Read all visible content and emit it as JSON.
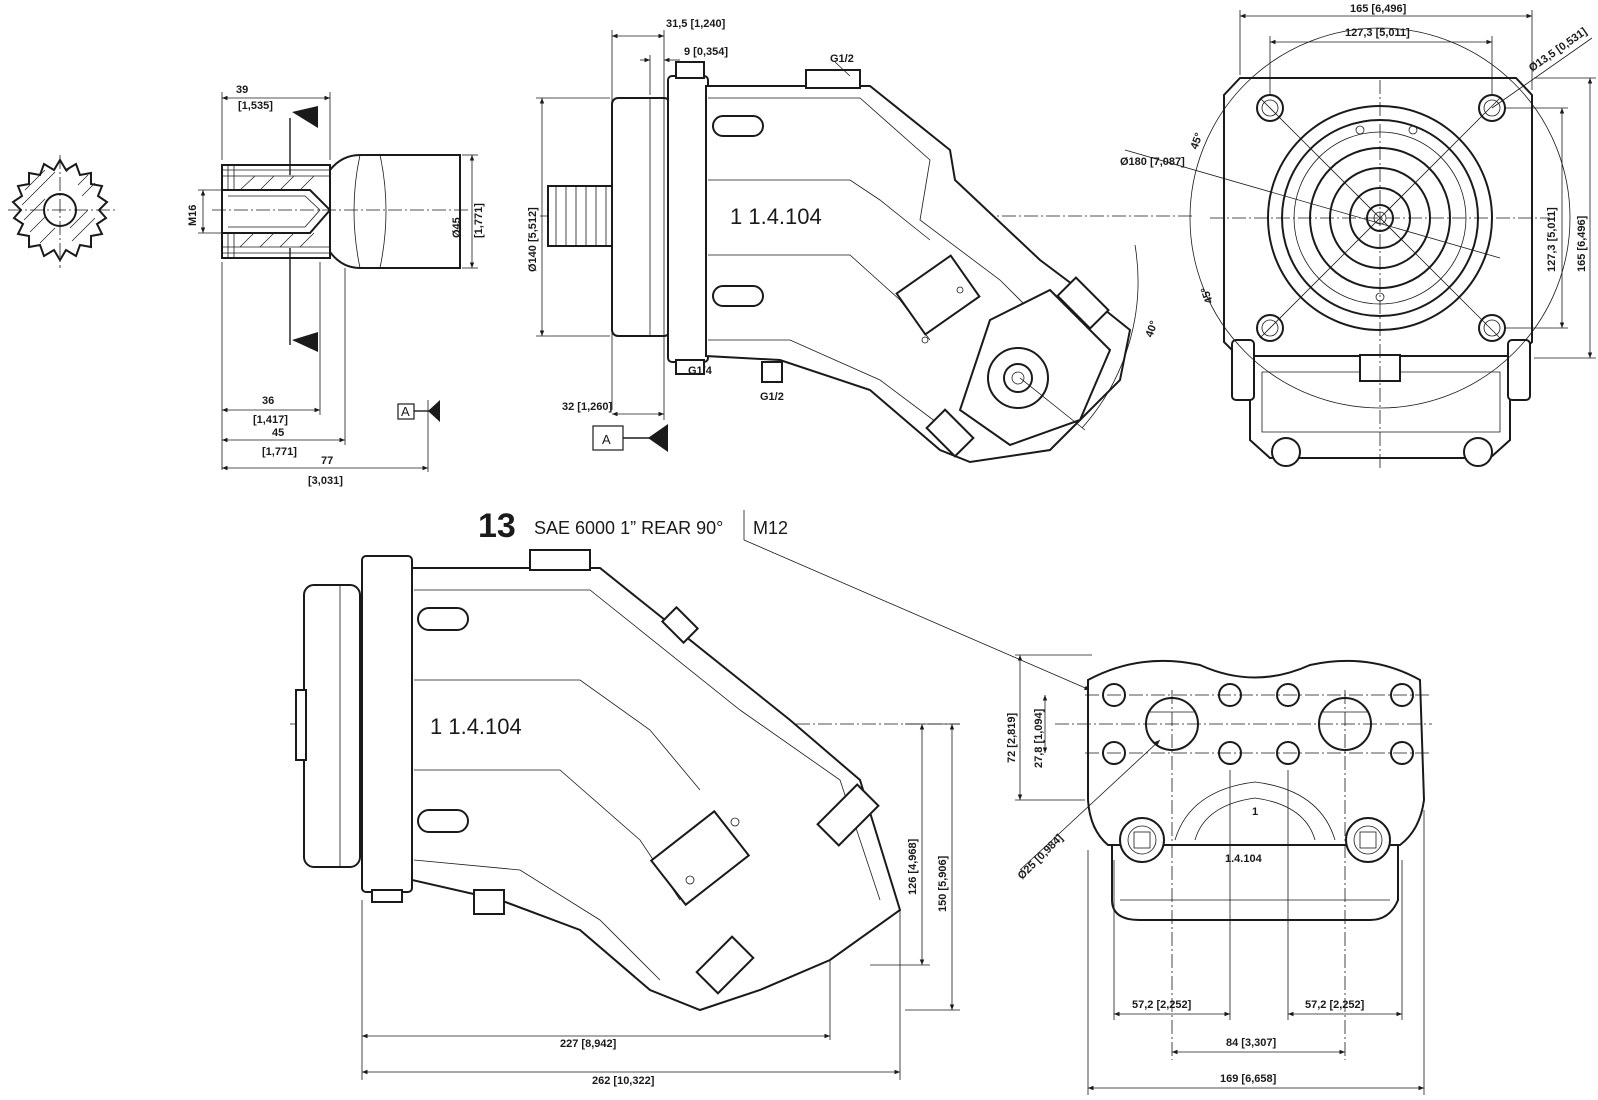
{
  "drawing": {
    "title_number": "13",
    "title_text": "SAE 6000 1” REAR 90°",
    "title_thread": "M12",
    "datum_label": "A",
    "part_marking": "1   1.4.104",
    "plate_mark_1": "1",
    "plate_mark_2": "1.4.104"
  },
  "shaft_view": {
    "dim_39": "39",
    "dim_39_in": "[1,535]",
    "dim_m16": "M16",
    "dim_45d": "Ø45",
    "dim_45d_in": "[1,771]",
    "dim_36": "36",
    "dim_36_in": "[1,417]",
    "dim_45": "45",
    "dim_45_in": "[1,771]",
    "dim_77": "77",
    "dim_77_in": "[3,031]"
  },
  "side_view": {
    "dim_31_5": "31,5 [1,240]",
    "dim_9": "9 [0,354]",
    "port_g12_top": "G1/2",
    "port_g14": "G1/4",
    "port_g12_bottom": "G1/2",
    "dim_140": "Ø140 [5,512]",
    "dim_32": "32 [1,260]",
    "angle_40": "40°"
  },
  "front_view": {
    "dim_165_top": "165 [6,496]",
    "dim_127_top": "127,3 [5,011]",
    "dim_13_5": "Ø13,5 [0,531]",
    "dim_180": "Ø180 [7,087]",
    "angle_45_a": "45°",
    "angle_45_b": "45°",
    "dim_127_right": "127,3 [5,011]",
    "dim_165_right": "165 [6,496]"
  },
  "lower_view": {
    "dim_126": "126 [4,968]",
    "dim_150": "150 [5,906]",
    "dim_227": "227 [8,942]",
    "dim_262": "262 [10,322]"
  },
  "port_plate": {
    "dim_72": "72 [2,819]",
    "dim_27_8": "27,8 [1,094]",
    "dim_25": "Ø25 [0,984]",
    "dim_57_left": "57,2 [2,252]",
    "dim_57_right": "57,2 [2,252]",
    "dim_84": "84 [3,307]",
    "dim_169": "169 [6,658]"
  }
}
